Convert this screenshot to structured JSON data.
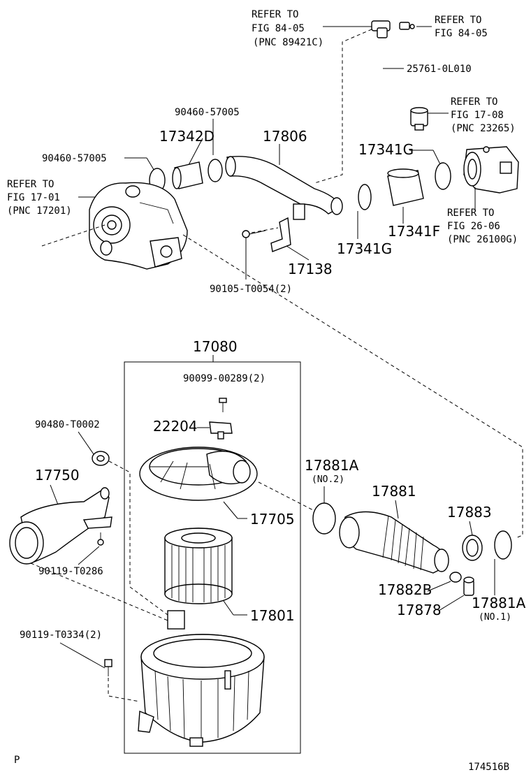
{
  "labels": {
    "refer_84_05_a_1": "REFER TO",
    "refer_84_05_a_2": "FIG 84-05",
    "refer_84_05_a_3": "(PNC 89421C)",
    "refer_84_05_b_1": "REFER TO",
    "refer_84_05_b_2": "FIG 84-05",
    "p25761": "25761-0L010",
    "refer_17_08_1": "REFER TO",
    "refer_17_08_2": "FIG 17-08",
    "refer_17_08_3": "(PNC 23265)",
    "p90460_top": "90460-57005",
    "p17342D": "17342D",
    "p17806": "17806",
    "p90460_left": "90460-57005",
    "p17341G_top": "17341G",
    "refer_17_01_1": "REFER TO",
    "refer_17_01_2": "FIG 17-01",
    "refer_17_01_3": "(PNC 17201)",
    "refer_26_06_1": "REFER TO",
    "refer_26_06_2": "FIG 26-06",
    "refer_26_06_3": "(PNC 26100G)",
    "p17341F": "17341F",
    "p17341G_bot": "17341G",
    "p17138": "17138",
    "p90105": "90105-T0054(2)",
    "p17080": "17080",
    "p90099": "90099-00289(2)",
    "p22204": "22204",
    "p90480": "90480-T0002",
    "p17750": "17750",
    "p17705": "17705",
    "p17881A_top": "17881A",
    "p17881A_top_note": "(NO.2)",
    "p17881": "17881",
    "p17883": "17883",
    "p90119_T0286": "90119-T0286",
    "p17801": "17801",
    "p17882B": "17882B",
    "p17878": "17878",
    "p17881A_bot": "17881A",
    "p17881A_bot_note": "(NO.1)",
    "p90119_T0334": "90119-T0334(2)",
    "corner_p": "P",
    "figure_id": "174516B"
  },
  "icons": {
    "turbocharger": "turbocharger-icon",
    "air_cleaner": "air-cleaner-icon",
    "intake_hose": "intake-hose-icon",
    "throttle_body": "throttle-body-icon"
  }
}
